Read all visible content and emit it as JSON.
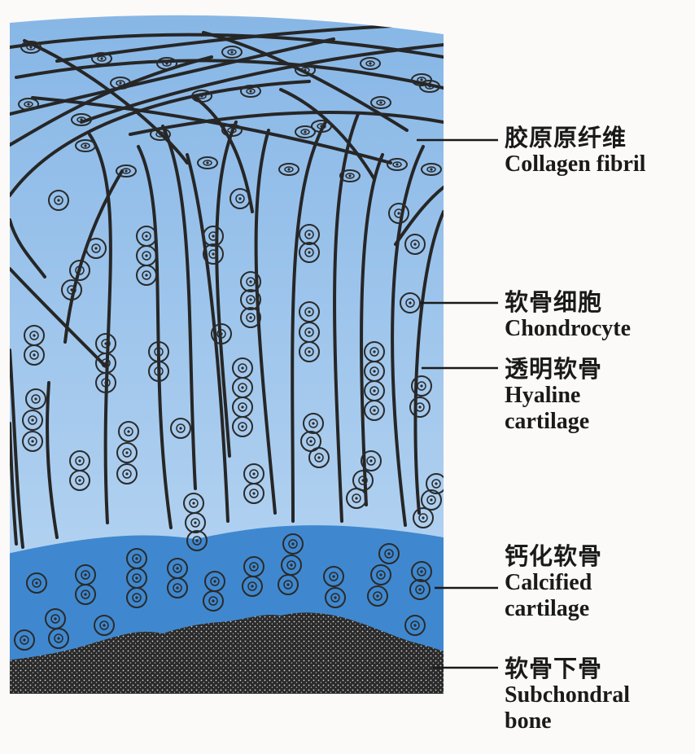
{
  "colors": {
    "page_background": "#fbfaf8",
    "hyaline_top": "#86b6e6",
    "hyaline_bottom": "#bcd8f3",
    "calcified": "#3f88cf",
    "bone": "#2a2a2a",
    "fibril": "#262626",
    "cell_outline": "#2a2a2a",
    "leader_line": "#1a1a1a"
  },
  "labels": [
    {
      "id": "collagen",
      "zh": "胶原原纤维",
      "en_lines": [
        "Collagen fibril"
      ]
    },
    {
      "id": "chondrocyte",
      "zh": "软骨细胞",
      "en_lines": [
        "Chondrocyte"
      ]
    },
    {
      "id": "hyaline",
      "zh": "透明软骨",
      "en_lines": [
        "Hyaline",
        "cartilage"
      ]
    },
    {
      "id": "calcified",
      "zh": "钙化软骨",
      "en_lines": [
        "Calcified",
        "cartilage"
      ]
    },
    {
      "id": "subchondral",
      "zh": "软骨下骨",
      "en_lines": [
        "Subchondral",
        "bone"
      ]
    }
  ],
  "icons": {
    "chondrocyte_cell": "chondrocyte-cell-icon",
    "collagen_fibril": "collagen-fibril-icon"
  }
}
